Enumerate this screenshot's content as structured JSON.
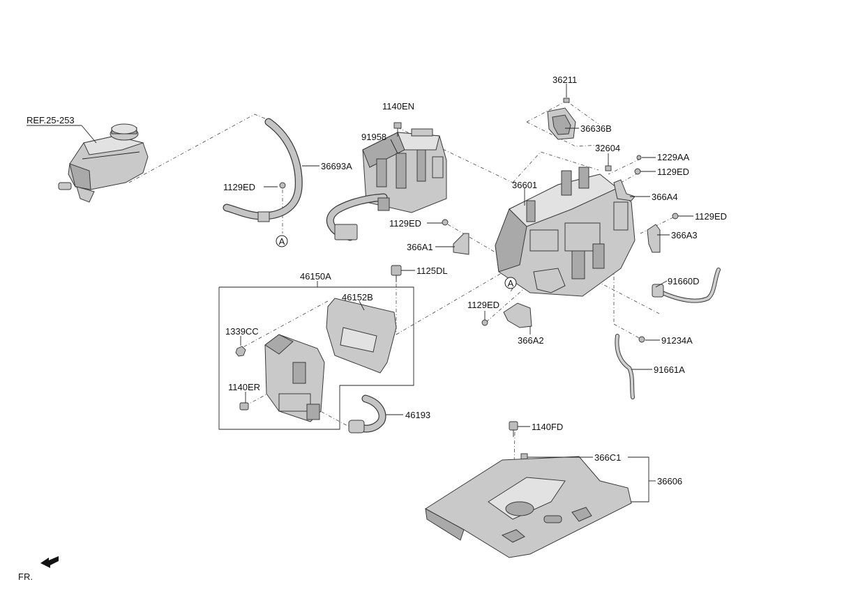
{
  "labels": {
    "ref": "REF.25-253",
    "p36693A": "36693A",
    "p1129ED_a": "1129ED",
    "p1140EN": "1140EN",
    "p91958": "91958",
    "p36211": "36211",
    "p36636B": "36636B",
    "p32604": "32604",
    "p1229AA": "1229AA",
    "p1129ED_b": "1129ED",
    "p36601": "36601",
    "p366A4": "366A4",
    "p1129ED_c": "1129ED",
    "p366A3": "366A3",
    "p1129ED_d": "1129ED",
    "p366A1": "366A1",
    "p1125DL": "1125DL",
    "p46150A": "46150A",
    "p46152B": "46152B",
    "p1339CC": "1339CC",
    "p1140ER": "1140ER",
    "p46193": "46193",
    "p1129ED_e": "1129ED",
    "p366A2": "366A2",
    "p91660D": "91660D",
    "p91234A": "91234A",
    "p91661A": "91661A",
    "p1140FD": "1140FD",
    "p366C1": "366C1",
    "p36606": "36606",
    "circleA_1": "A",
    "circleA_2": "A",
    "front": "FR."
  },
  "icons": {
    "front_arrow": "front-direction-arrow-icon"
  }
}
